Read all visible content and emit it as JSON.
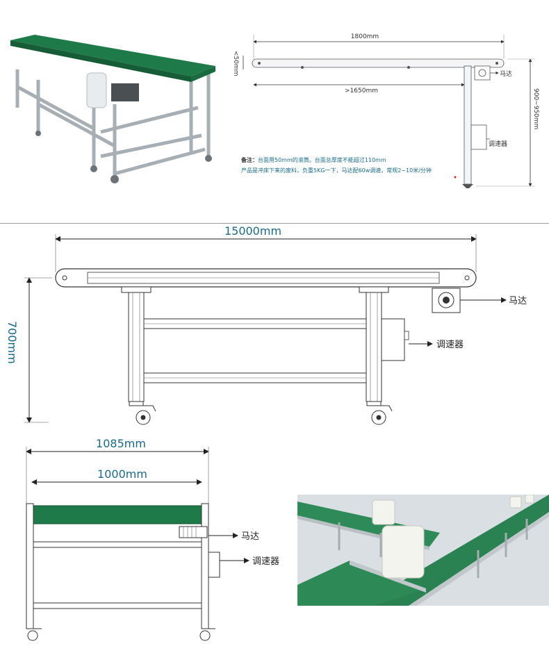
{
  "top_dims": {
    "length": "1800mm",
    "inner_length": ">1650mm",
    "thickness": "<50mm",
    "height": "900~950mm",
    "motor": "马达",
    "speed_controller": "调速器"
  },
  "top_note": {
    "line1_prefix": "备注：",
    "line1": "台面用50mm的滚筒。台面总厚度不能超过110mm",
    "line2": "产品是冲床下来的废料，负重5KG一下，马达配60w调速，常规2~10米/分钟"
  },
  "side_view": {
    "length": "15000mm",
    "height": "700mm",
    "motor": "马达",
    "speed_controller": "调速器"
  },
  "end_view": {
    "outer_width": "1085mm",
    "belt_width": "1000mm",
    "motor": "马达",
    "speed_controller": "调速器"
  },
  "colors": {
    "belt_green": "#1f7a4a",
    "frame_gray": "#b8bfc4",
    "dim_blue": "#1a6a86"
  }
}
